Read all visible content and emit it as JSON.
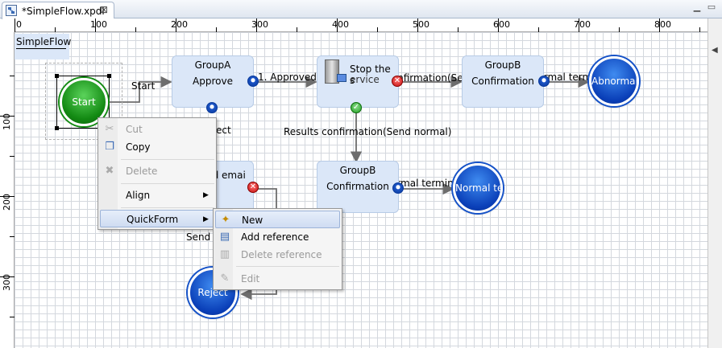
{
  "tab": {
    "title": "*SimpleFlow.xpdl",
    "close": "⊠"
  },
  "ruler": {
    "h": [
      {
        "label": "0"
      },
      {
        "label": "100"
      },
      {
        "label": "200"
      },
      {
        "label": "300"
      },
      {
        "label": "400"
      },
      {
        "label": "500"
      },
      {
        "label": "600"
      },
      {
        "label": "700"
      },
      {
        "label": "800"
      }
    ],
    "v": [
      {
        "label": "100"
      },
      {
        "label": "200"
      },
      {
        "label": "300"
      }
    ]
  },
  "diagram": {
    "pool_label": "SimpleFlow",
    "start": "Start",
    "groupA": {
      "line1": "GroupA",
      "line2": "Approve"
    },
    "stop": {
      "line1": "Stop the s",
      "line2": "ervice"
    },
    "groupB_top": {
      "line1": "GroupB",
      "line2": "Confirmation"
    },
    "abnormal": "Abnormal",
    "send_email": "nd emai",
    "groupB_bottom": {
      "line1": "GroupB",
      "line2": "Confirmation"
    },
    "normal": "Normal te",
    "reject": "Reject",
    "edges": {
      "start": "Start",
      "approved": "1. Approved",
      "results_abnormal": "Results confirmation(Send abnormal)",
      "abnormal_term": "Abnormal termination",
      "results_normal": "Results confirmation(Send normal)",
      "normal_term": "Normal termination",
      "reject": "ect",
      "send": "Send r"
    }
  },
  "context_menu": {
    "items": [
      {
        "label": "Cut",
        "icon": "scissors-icon",
        "enabled": false
      },
      {
        "label": "Copy",
        "icon": "copy-icon",
        "enabled": true
      },
      {
        "label": "Delete",
        "icon": "delete-icon",
        "enabled": false
      },
      {
        "label": "Align",
        "icon": "",
        "enabled": true,
        "submenu": true
      },
      {
        "label": "QuickForm",
        "icon": "",
        "enabled": true,
        "submenu": true,
        "highlighted": true
      }
    ]
  },
  "submenu": {
    "items": [
      {
        "label": "New",
        "icon": "new-form-icon",
        "enabled": true,
        "highlighted": true
      },
      {
        "label": "Add reference",
        "icon": "add-reference-icon",
        "enabled": true
      },
      {
        "label": "Delete reference",
        "icon": "delete-reference-icon",
        "enabled": false
      },
      {
        "label": "Edit",
        "icon": "edit-icon",
        "enabled": false
      }
    ]
  },
  "colors": {
    "task_fill": "#dbe7f8",
    "start_green": "#1f9c1f",
    "end_blue": "#0a3fb8",
    "menu_highlight": "#cfdcf2"
  }
}
